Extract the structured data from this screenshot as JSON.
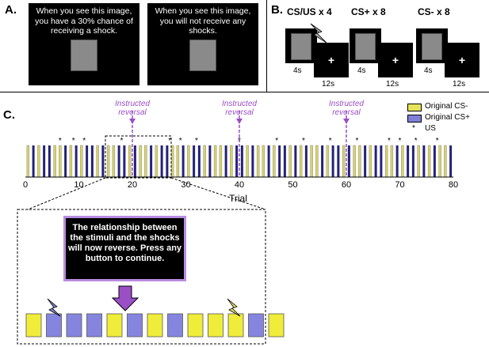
{
  "panel_a": {
    "label": "A.",
    "screen_left": "When you see this image, you have a 30% chance of receiving a shock.",
    "screen_right": "When you see this image, you will not receive any shocks."
  },
  "panel_b": {
    "label": "B.",
    "groups": [
      {
        "title": "CS/US x 4",
        "face_time": "4s",
        "fix_time": "12s"
      },
      {
        "title": "CS+ x 8",
        "face_time": "4s",
        "fix_time": "12s"
      },
      {
        "title": "CS- x 8",
        "face_time": "4s",
        "fix_time": "12s"
      }
    ],
    "fixation": "+"
  },
  "panel_c": {
    "label": "C.",
    "reversal_label": "Instructed reversal",
    "reversal_trials": [
      20,
      40,
      60
    ],
    "xlabel": "Trial",
    "ticks": [
      "0",
      "10",
      "20",
      "30",
      "40",
      "50",
      "60",
      "70",
      "80"
    ],
    "legend": {
      "cs_minus": "Original CS-",
      "cs_plus": "Original CS+",
      "us": "US",
      "us_symbol": "*"
    },
    "colors": {
      "cs_minus": "#e6e35a",
      "cs_plus": "#7f7fd9",
      "dark_blue": "#2a2a8c",
      "purple": "#9b4fc7"
    },
    "message": "The relationship between the stimuli and the shocks will now reverse. Press any button to continue."
  }
}
